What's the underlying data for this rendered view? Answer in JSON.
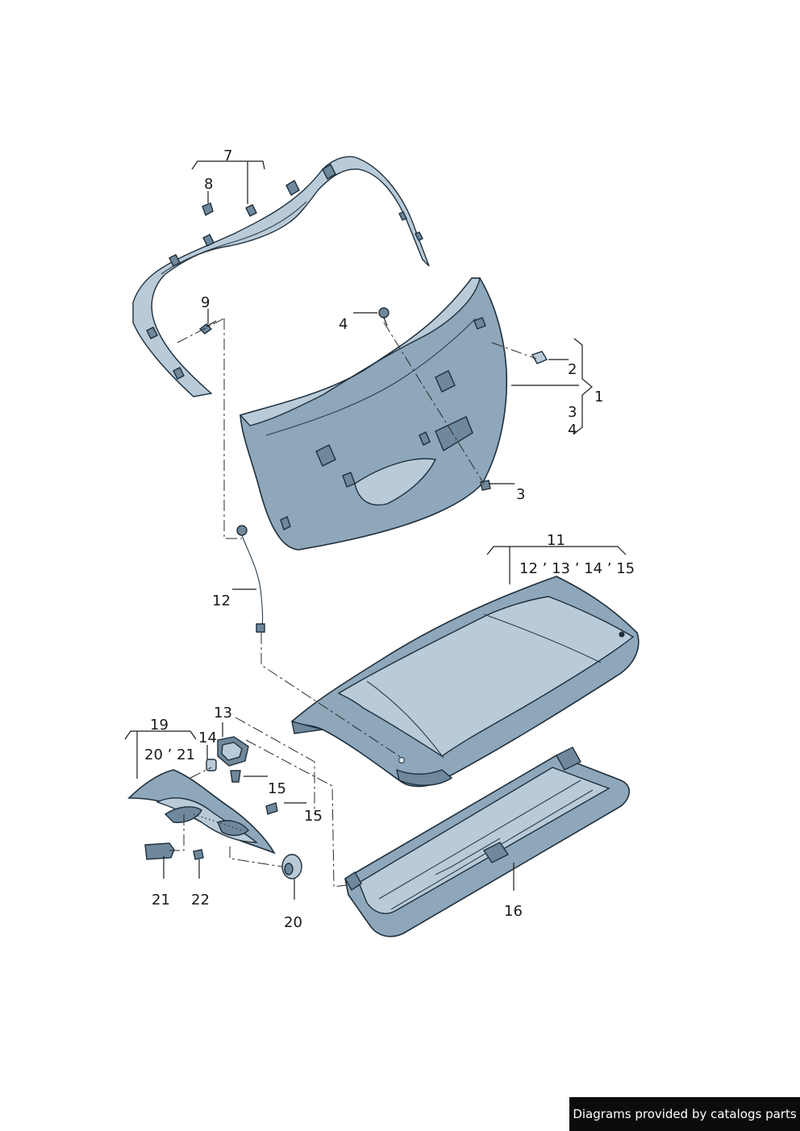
{
  "callouts": {
    "c1": "1",
    "c2": "2",
    "c3a": "3",
    "c3b": "3",
    "c4a": "4",
    "c4b": "4",
    "c7": "7",
    "c8": "8",
    "c9": "9",
    "c11": "11",
    "c11sub": "12 ’ 13 ’ 14 ’ 15",
    "c12": "12",
    "c13": "13",
    "c14": "14",
    "c15a": "15",
    "c15b": "15",
    "c16": "16",
    "c19": "19",
    "c19sub": "20 ’ 21",
    "c20": "20",
    "c21": "21",
    "c22": "22"
  },
  "credit": "Diagrams provided by catalogs parts",
  "colors": {
    "part_fill": "#8ea7ba",
    "part_light": "#b9cbd8",
    "outline": "#1f2f3c",
    "badge_bg": "#0c0c0c"
  }
}
